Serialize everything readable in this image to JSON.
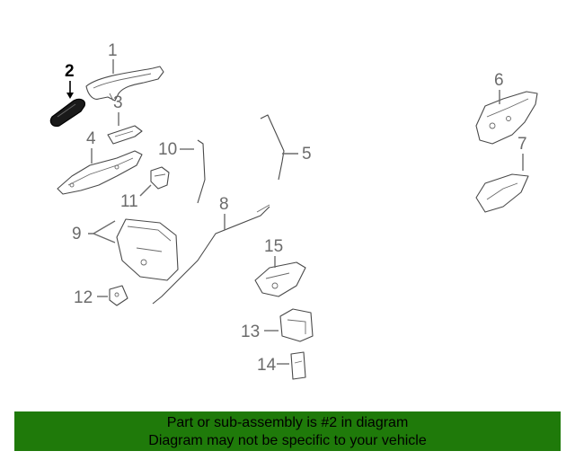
{
  "callouts": {
    "c1": "1",
    "c2": "2",
    "c3": "3",
    "c4": "4",
    "c5": "5",
    "c6": "6",
    "c7": "7",
    "c8": "8",
    "c9": "9",
    "c10": "10",
    "c11": "11",
    "c12": "12",
    "c13": "13",
    "c14": "14",
    "c15": "15"
  },
  "highlighted_callout": "2",
  "colors": {
    "banner_bg": "#1f7a0a",
    "callout": "#6b6b6b",
    "highlight": "#000000"
  },
  "banner": {
    "line1": "Part or sub-assembly is #2 in diagram",
    "line2": "Diagram may not be specific to your vehicle"
  }
}
